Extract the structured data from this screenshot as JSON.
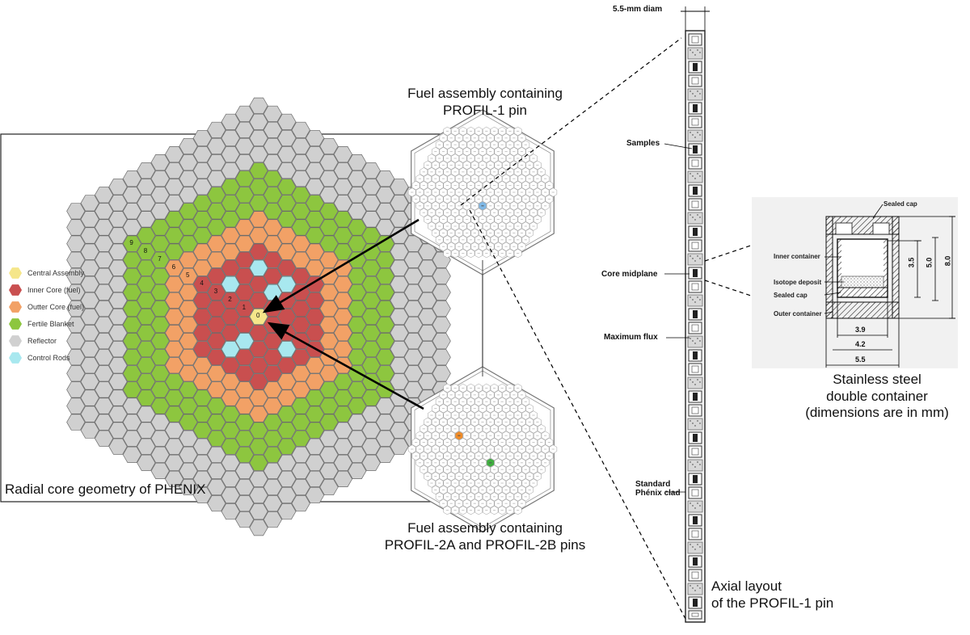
{
  "colors": {
    "central": "#f5e68a",
    "inner": "#c94f4f",
    "outer": "#f2a166",
    "fertile": "#8dc63f",
    "reflector": "#d0d0d0",
    "control": "#a8e8ef",
    "pin1": "#7fb8e6",
    "pin2a": "#f08c28",
    "pin2b": "#3fae3f"
  },
  "core": {
    "caption": "Radial core geometry of PHENIX",
    "ring_numbers": [
      "0",
      "1",
      "2",
      "3",
      "4",
      "5",
      "6",
      "7",
      "8",
      "9"
    ]
  },
  "legend": [
    {
      "key": "central",
      "label": "Central Assembly"
    },
    {
      "key": "inner",
      "label": "Inner Core (fuel)"
    },
    {
      "key": "outer",
      "label": "Outter Core (fuel)"
    },
    {
      "key": "fertile",
      "label": "Fertile Blanket"
    },
    {
      "key": "reflector",
      "label": "Reflector"
    },
    {
      "key": "control",
      "label": "Control Rods"
    }
  ],
  "assembly1": {
    "caption_line1": "Fuel assembly containing",
    "caption_line2": "PROFIL-1 pin"
  },
  "assembly2": {
    "caption_line1": "Fuel assembly containing",
    "caption_line2": "PROFIL-2A and PROFIL-2B pins"
  },
  "pin": {
    "diam_label": "5.5-mm diam",
    "labels": {
      "samples": "Samples",
      "core_midplane": "Core midplane",
      "maximum_flux": "Maximum flux",
      "standard_line1": "Standard",
      "standard_line2": "Phénix clad"
    },
    "caption_line1": "Axial layout",
    "caption_line2": "of the PROFIL-1 pin"
  },
  "container": {
    "labels": {
      "sealed_cap_top": "Sealed cap",
      "inner_container": "Inner container",
      "isotope_deposit": "Isotope deposit",
      "sealed_cap": "Sealed cap",
      "outer_container": "Outer container"
    },
    "dims": [
      "3.5",
      "5.0",
      "8.0",
      "3.9",
      "4.2",
      "5.5"
    ],
    "caption_line1": "Stainless steel",
    "caption_line2": "double container",
    "caption_line3": "(dimensions are in mm)"
  }
}
